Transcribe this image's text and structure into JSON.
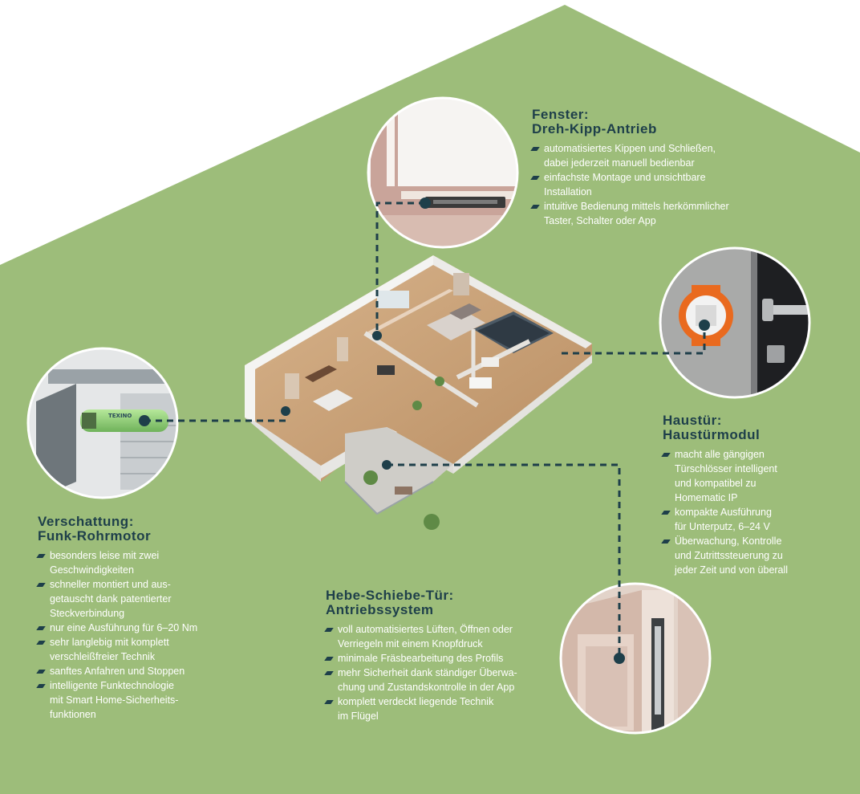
{
  "colors": {
    "background_green": "#9dbd7a",
    "heading_navy": "#1e3f4a",
    "body_text": "#ffffff",
    "connector_dash": "#1e3f4a"
  },
  "callouts": {
    "fenster": {
      "title": "Fenster:",
      "subtitle": "Dreh-Kipp-Antrieb",
      "bullets": [
        "automatisiertes Kippen und Schließen,",
        "dabei jederzeit manuell bedienbar",
        "einfachste Montage und unsichtbare",
        "Installation",
        "intuitive Bedienung mittels herkömmlicher",
        "Taster, Schalter oder App"
      ]
    },
    "haustuer": {
      "title": "Haustür:",
      "subtitle": "Haustürmodul",
      "bullets": [
        "macht alle gängigen",
        "Türschlösser intelligent",
        "und kompatibel zu",
        "Homematic IP",
        "kompakte Ausführung",
        "für Unterputz, 6–24 V",
        "Überwachung, Kontrolle",
        "und Zutrittssteuerung zu",
        "jeder Zeit und von überall"
      ]
    },
    "verschattung": {
      "title": "Verschattung:",
      "subtitle": "Funk-Rohrmotor",
      "bullets": [
        "besonders leise mit zwei",
        "Geschwindigkeiten",
        "schneller montiert und aus-",
        "getauscht dank patentierter",
        "Steckverbindung",
        "nur eine Ausführung für 6–20 Nm",
        "sehr langlebig mit komplett",
        "verschleißfreier Technik",
        "sanftes Anfahren und Stoppen",
        "intelligente Funktechnologie",
        "mit Smart Home-Sicherheits-",
        "funktionen"
      ]
    },
    "hebe": {
      "title": "Hebe-Schiebe-Tür:",
      "subtitle": "Antriebssystem",
      "bullets": [
        "voll automatisiertes Lüften, Öffnen oder",
        "Verriegeln mit einem Knopfdruck",
        "minimale Fräsbearbeitung des Profils",
        "mehr Sicherheit dank ständiger Überwa-",
        "chung und Zustandskontrolle in der App",
        "komplett verdeckt liegende Technik",
        "im Flügel"
      ]
    }
  },
  "product_label": "TEXINO"
}
